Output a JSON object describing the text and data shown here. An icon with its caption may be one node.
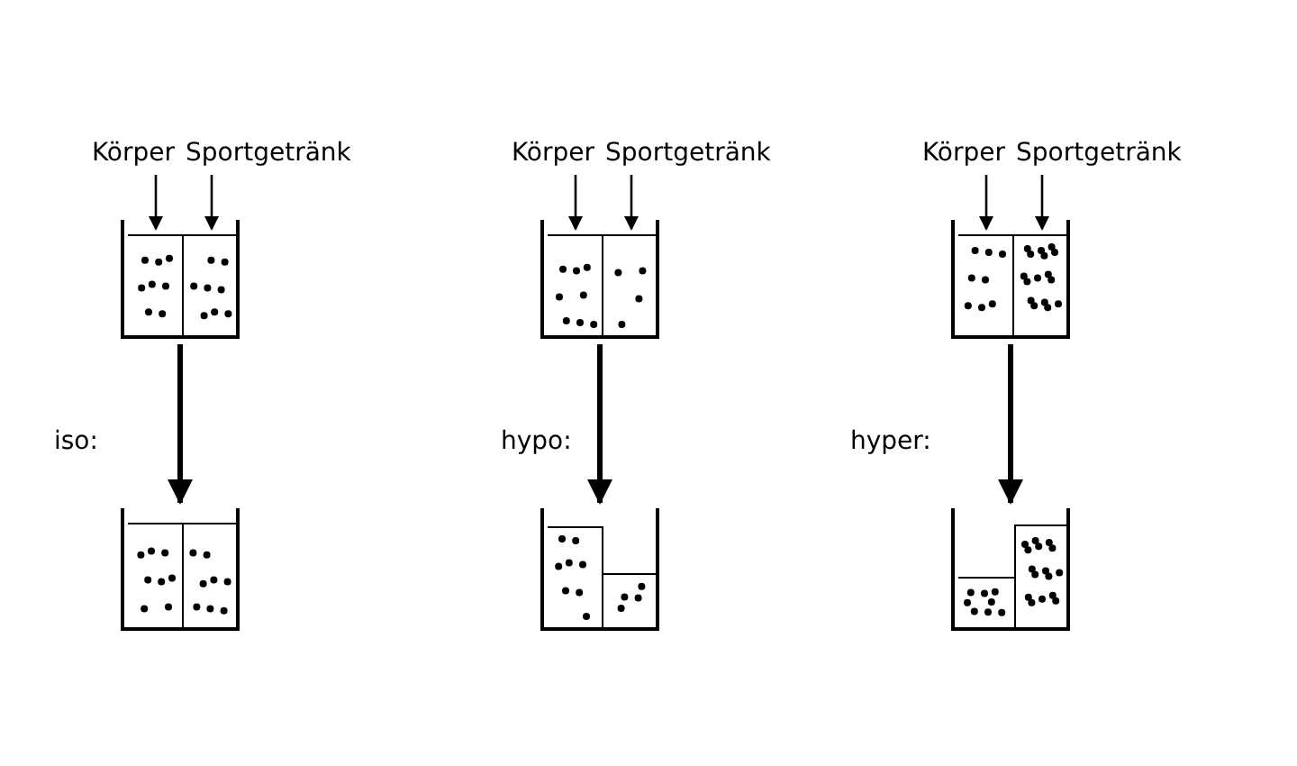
{
  "diagram": {
    "nodes": [
      {
        "text": [
          "Körper"
        ]
      },
      {
        "text": [
          "Sportgetränk"
        ]
      },
      {
        "text": [],
        "shape": "box"
      },
      {
        "text": [],
        "shape": "box",
        "in": 2
      },
      {
        "text": [],
        "shape": "box",
        "in": 2
      },
      {
        "text": [],
        "shape": "box"
      },
      {
        "text": [],
        "shape": "box",
        "in": 5
      },
      {
        "text": [],
        "shape": "box",
        "in": 5
      },
      {
        "text": [
          "Körper"
        ]
      },
      {
        "text": [
          "Sportgetränk"
        ]
      },
      {
        "text": [],
        "shape": "box"
      },
      {
        "text": [],
        "shape": "box",
        "in": 10
      },
      {
        "text": [],
        "shape": "box",
        "in": 10
      },
      {
        "text": [],
        "shape": "box"
      },
      {
        "text": [],
        "shape": "box",
        "in": 13
      },
      {
        "text": [],
        "shape": "box",
        "in": 13
      },
      {
        "text": [
          "Körper"
        ]
      },
      {
        "text": [
          "Sportgetränk"
        ]
      },
      {
        "text": [],
        "shape": "box"
      },
      {
        "text": [],
        "shape": "box",
        "in": 18
      },
      {
        "text": [],
        "shape": "box",
        "in": 18
      },
      {
        "text": [],
        "shape": "box"
      },
      {
        "text": [],
        "shape": "box",
        "in": 21
      },
      {
        "text": [],
        "shape": "box",
        "in": 21
      }
    ],
    "edges": [
      {
        "from": 0,
        "to": 3,
        "arrow": "to"
      },
      {
        "from": 1,
        "to": 4,
        "arrow": "to"
      },
      {
        "from": 2,
        "to": 5,
        "arrow": "to",
        "label": "iso:",
        "style": "thick"
      },
      {
        "from": 8,
        "to": 11,
        "arrow": "to"
      },
      {
        "from": 9,
        "to": 12,
        "arrow": "to"
      },
      {
        "from": 10,
        "to": 13,
        "arrow": "to",
        "label": "hypo:",
        "style": "thick"
      },
      {
        "from": 16,
        "to": 19,
        "arrow": "to"
      },
      {
        "from": 17,
        "to": 20,
        "arrow": "to"
      },
      {
        "from": 18,
        "to": 21,
        "arrow": "to",
        "label": "hyper:",
        "style": "thick"
      }
    ]
  }
}
